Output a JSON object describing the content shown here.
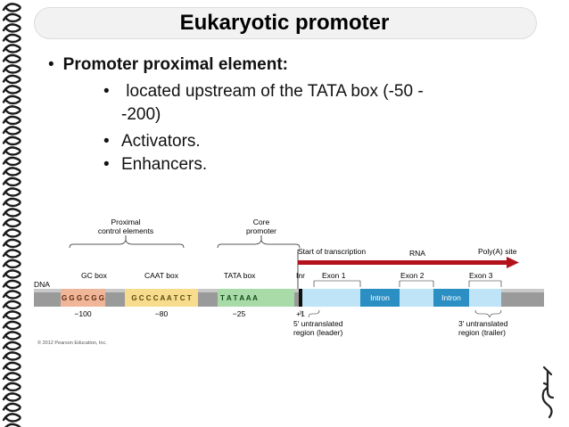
{
  "slide": {
    "title": "Eukaryotic promoter",
    "bullet": "Promoter proximal element:",
    "bullet_marker": "•",
    "sub_bullets": [
      {
        "line1": " located upstream of the TATA box (-50 -",
        "line2": "-200)"
      },
      {
        "line1": "Activators.",
        "line2": ""
      },
      {
        "line1": "Enhancers.",
        "line2": ""
      }
    ]
  },
  "diagram": {
    "dna_label": "DNA",
    "group_proximal": [
      "Proximal",
      "control elements"
    ],
    "group_core": [
      "Core",
      "promoter"
    ],
    "start_label": "Start of transcription",
    "rna_label": "RNA",
    "polya_label": "Poly(A) site",
    "elements": [
      {
        "name": "GC box",
        "seq": "G G G C G G",
        "pos": "−100",
        "color": "#f0b69a"
      },
      {
        "name": "CAAT box",
        "seq": "G C C C A A T C T",
        "pos": "−80",
        "color": "#f6dc8c"
      },
      {
        "name": "TATA box",
        "seq": "T A T A A A",
        "pos": "−25",
        "color": "#8fcf94"
      }
    ],
    "inr_label": "Inr",
    "plus_one": "+1",
    "exons": [
      "Exon 1",
      "Exon 2",
      "Exon 3"
    ],
    "introns": [
      "Intron",
      "Intron"
    ],
    "utr5": [
      "5′ untranslated",
      "region (leader)"
    ],
    "utr3": [
      "3′ untranslated",
      "region (trailer)"
    ],
    "copyright": "© 2012 Pearson Education, Inc.",
    "colors": {
      "exon": "#bfe3f7",
      "intron": "#2b8fc4",
      "dna_band": "#9a9a9a",
      "arrow": "#b3121c"
    }
  }
}
